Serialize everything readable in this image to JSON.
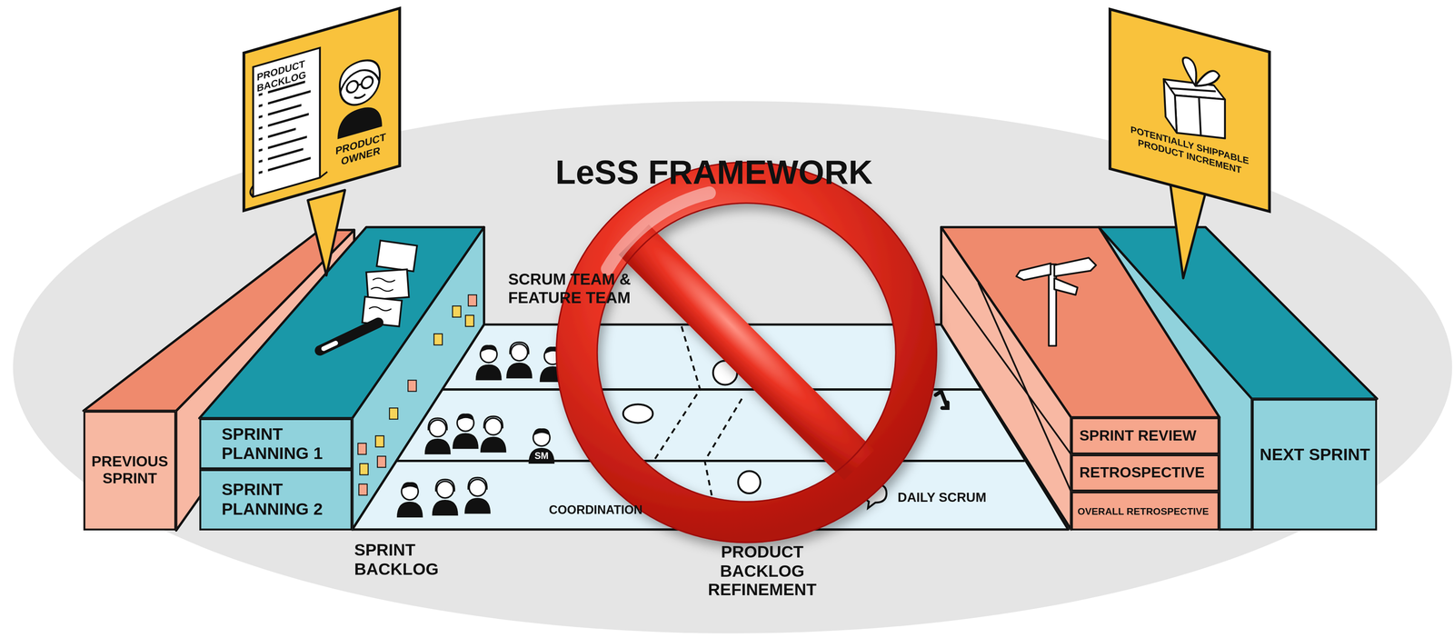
{
  "diagram": {
    "title": "LeSS FRAMEWORK",
    "nodes": [
      {
        "text": [
          "PRODUCT OWNER"
        ]
      },
      {
        "text": [
          "PRODUCT BACKLOG"
        ],
        "in": 0
      },
      {
        "text": [
          "POTENTIALLY SHIPPABLE PRODUCT INCREMENT"
        ]
      },
      {
        "text": [
          "PREVIOUS SPRINT"
        ]
      },
      {
        "text": [
          "SPRINT PLANNING 1"
        ]
      },
      {
        "text": [
          "SPRINT PLANNING 2"
        ]
      },
      {
        "text": [
          "SPRINT REVIEW"
        ]
      },
      {
        "text": [
          "RETROSPECTIVE"
        ]
      },
      {
        "text": [
          "OVERALL RETROSPECTIVE"
        ]
      },
      {
        "text": [
          "NEXT SPRINT"
        ]
      }
    ],
    "labels": [
      "SCRUM TEAM & FEATURE TEAM",
      "SM",
      "SPRINT BACKLOG",
      "COORDINATION",
      "PRODUCT BACKLOG REFINEMENT",
      "DAILY SCRUM"
    ]
  }
}
